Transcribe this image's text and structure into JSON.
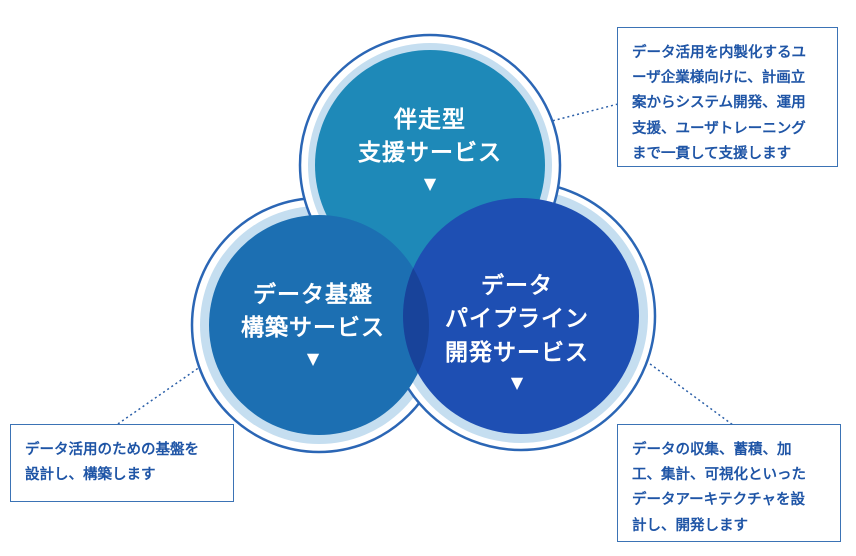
{
  "colors": {
    "circle_top": "#1e89b8",
    "circle_left": "#1c6fb2",
    "circle_right": "#1e4fb3",
    "overlap_center": "#18439a",
    "ring_outer": "#2b66b5",
    "ring_pale": "#c5def0",
    "box_border": "#3b73b5",
    "box_text": "#1f55a6",
    "connector": "#2b5fa8"
  },
  "circles": {
    "top": {
      "lines": [
        "伴走型",
        "支援サービス"
      ],
      "arrow": "▼"
    },
    "left": {
      "lines": [
        "データ基盤",
        "構築サービス"
      ],
      "arrow": "▼"
    },
    "right": {
      "lines": [
        "データ",
        "パイプライン",
        "開発サービス"
      ],
      "arrow": "▼"
    }
  },
  "descriptions": {
    "top": {
      "lines": [
        "データ活用を内製化するユ",
        "ーザ企業様向けに、計画立",
        "案からシステム開発、運用",
        "支援、ユーザトレーニング",
        "まで一貫して支援します"
      ]
    },
    "left": {
      "lines": [
        "データ活用のための基盤を",
        "設計し、構築します"
      ]
    },
    "right": {
      "lines": [
        "データの収集、蓄積、加",
        "工、集計、可視化といった",
        "データアーキテクチャを設",
        "計し、開発します"
      ]
    }
  }
}
